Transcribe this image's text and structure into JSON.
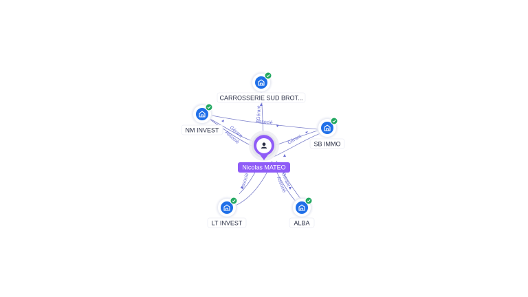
{
  "colors": {
    "person_accent": "#8f5cf7",
    "company_blue": "#1f6fe8",
    "check_green": "#22a861",
    "edge": "#7a7ec9",
    "edge_label": "#6b6fd4"
  },
  "center": {
    "label": "Nicolas MATEO",
    "icon": "person-icon"
  },
  "companies": [
    {
      "id": "carrosserie",
      "label": "CARROSSERIE SUD BROT...",
      "icon": "building-icon",
      "verified": true
    },
    {
      "id": "nm-invest",
      "label": "NM INVEST",
      "icon": "building-icon",
      "verified": true
    },
    {
      "id": "sb-immo",
      "label": "SB IMMO",
      "icon": "building-icon",
      "verified": true
    },
    {
      "id": "lt-invest",
      "label": "LT INVEST",
      "icon": "building-icon",
      "verified": true
    },
    {
      "id": "alba",
      "label": "ALBA",
      "icon": "building-icon",
      "verified": true
    }
  ],
  "edges": [
    {
      "target": "carrosserie",
      "label": "Gérant"
    },
    {
      "target": "nm-invest",
      "label": "Gérant"
    },
    {
      "target": "nm-invest",
      "label": "Associé"
    },
    {
      "target": "sb-immo",
      "label": "Gérant"
    },
    {
      "target": "lt-invest",
      "label": "Associé"
    },
    {
      "target": "alba",
      "label": "Gérant"
    },
    {
      "target": "alba",
      "label": "Associé"
    },
    {
      "from": "nm-invest",
      "target": "sb-immo",
      "label": "Associé"
    }
  ]
}
